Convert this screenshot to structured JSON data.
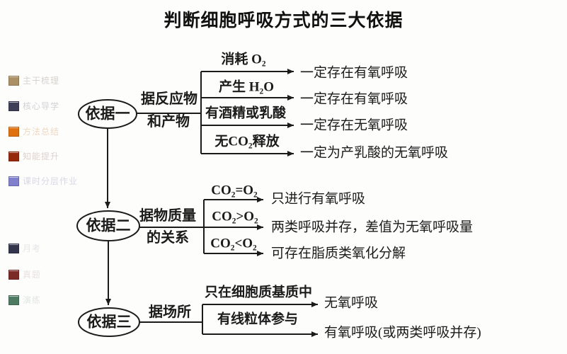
{
  "title": "判断细胞呼吸方式的三大依据",
  "sidebar": {
    "top_items": [
      {
        "label": "主干梳理",
        "square_color": "#ab9065",
        "text_color": "#9a8f7c"
      },
      {
        "label": "核心导学",
        "square_color": "#3e3e56",
        "text_color": "#8f8b96"
      },
      {
        "label": "方法总结",
        "square_color": "#e0710f",
        "text_color": "#d99a5e"
      },
      {
        "label": "知能提升",
        "square_color": "#96290c",
        "text_color": "#b08a80"
      },
      {
        "label": "课时分层作业",
        "square_color": "#8080cc",
        "text_color": "#9a9ac0"
      }
    ],
    "bottom_items": [
      {
        "label": "月考",
        "square_color": "#34344c",
        "text_color": "#bcbcc2"
      },
      {
        "label": "真题",
        "square_color": "#7c2a28",
        "text_color": "#c4b4b4"
      },
      {
        "label": "演练",
        "square_color": "#4e7c62",
        "text_color": "#b4c2bb"
      }
    ]
  },
  "diagram": {
    "line_color": "#1b1b1b",
    "sections": [
      {
        "node": "依据一",
        "criterion_line1": "据反应物",
        "criterion_line2": "和产物",
        "branches": [
          {
            "condition": "消耗 O₂",
            "result": "一定存在有氧呼吸"
          },
          {
            "condition": "产生 H₂O",
            "result": "一定存在有氧呼吸"
          },
          {
            "condition": "有酒精或乳酸",
            "result": "一定存在无氧呼吸"
          },
          {
            "condition": "无CO₂释放",
            "result": "一定为产乳酸的无氧呼吸"
          }
        ]
      },
      {
        "node": "依据二",
        "criterion_line1": "据物质量",
        "criterion_line2": "的关系",
        "branches": [
          {
            "condition": "CO₂=O₂",
            "result": "只进行有氧呼吸"
          },
          {
            "condition": "CO₂>O₂",
            "result": "两类呼吸并存，差值为无氧呼吸量"
          },
          {
            "condition": "CO₂<O₂",
            "result": "可存在脂质类氧化分解"
          }
        ]
      },
      {
        "node": "依据三",
        "criterion_line1": "据场所",
        "criterion_line2": "",
        "branches": [
          {
            "condition": "只在细胞质基质中",
            "result": "无氧呼吸"
          },
          {
            "condition": "有线粒体参与",
            "result": "有氧呼吸(或两类呼吸并存)"
          }
        ]
      }
    ]
  }
}
